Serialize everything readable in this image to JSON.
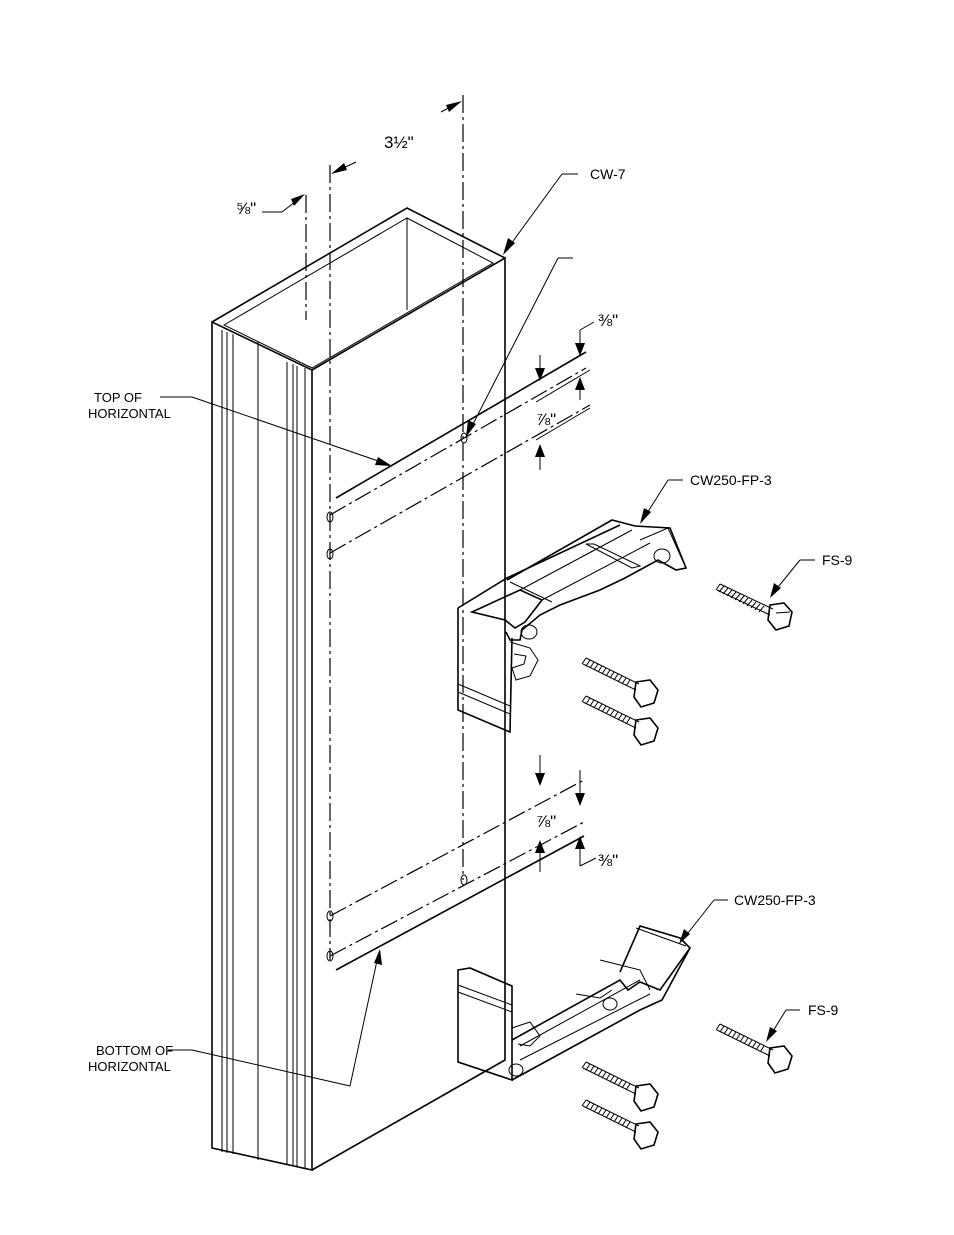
{
  "labels": {
    "cw7": "CW-7",
    "top_line1": "TOP OF",
    "top_line2": "HORIZONTAL",
    "bottom_line1": "BOTTOM OF",
    "bottom_line2": "HORIZONTAL",
    "fp_upper": "CW250-FP-3",
    "fp_lower": "CW250-FP-3",
    "fs_upper": "FS-9",
    "fs_lower": "FS-9"
  },
  "dimensions": {
    "width_main": "3½\"",
    "offset_left": "⅝\"",
    "top_edge_gap": "⅜\"",
    "top_hole_spacing": "⅞\"",
    "bottom_hole_spacing": "⅞\"",
    "bottom_edge_gap": "⅜\""
  }
}
